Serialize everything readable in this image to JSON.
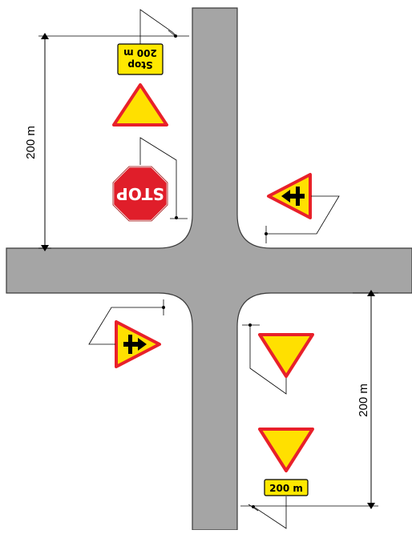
{
  "diagram": {
    "dimension_top": "200 m",
    "dimension_bottom": "200 m",
    "plate_top": {
      "line1": "Stop",
      "line2": "200 m"
    },
    "plate_bottom": "200 m",
    "stop_sign": "STOP"
  },
  "colors": {
    "road": "#a5a5a5",
    "road_edge": "#3a3a3a",
    "sign_yellow": "#ffe000",
    "sign_red": "#e8202a",
    "stop_red": "#e01e2a",
    "plate_yellow": "#ffe800",
    "line": "#000000"
  },
  "icons": [
    "stop-sign-icon",
    "yield-sign-icon",
    "priority-crossroad-sign-icon"
  ]
}
